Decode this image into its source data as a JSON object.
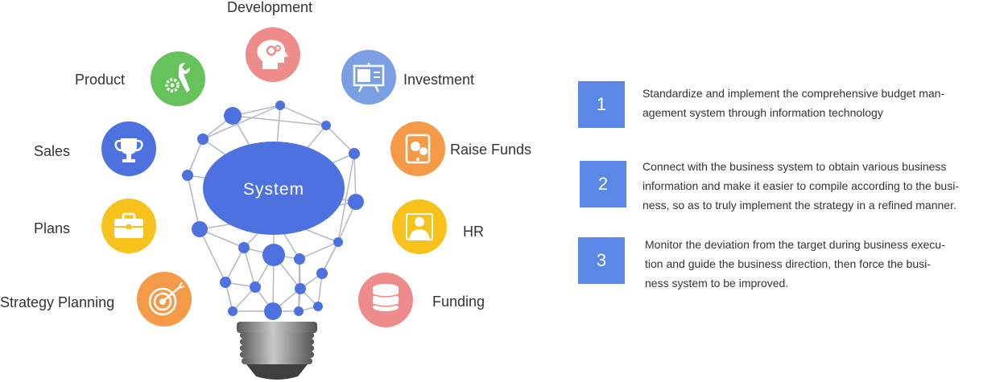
{
  "center_label": "System",
  "categories": [
    {
      "key": "development",
      "label": "Development",
      "icon": "head-gears-icon",
      "color": "#ee8b8b"
    },
    {
      "key": "product",
      "label": "Product",
      "icon": "wrench-gear-icon",
      "color": "#66c35c"
    },
    {
      "key": "investment",
      "label": "Investment",
      "icon": "presentation-board-icon",
      "color": "#7b9fe3"
    },
    {
      "key": "sales",
      "label": "Sales",
      "icon": "trophy-icon",
      "color": "#4d72e0"
    },
    {
      "key": "raise_funds",
      "label": "Raise Funds",
      "icon": "money-tablet-icon",
      "color": "#f59a46"
    },
    {
      "key": "plans",
      "label": "Plans",
      "icon": "briefcase-icon",
      "color": "#f7c21b"
    },
    {
      "key": "hr",
      "label": "HR",
      "icon": "person-icon",
      "color": "#f7c21b"
    },
    {
      "key": "strategy_planning",
      "label": "Strategy Planning",
      "icon": "target-icon",
      "color": "#f59a46"
    },
    {
      "key": "funding",
      "label": "Funding",
      "icon": "database-icon",
      "color": "#ee8b8b"
    }
  ],
  "steps": [
    {
      "number": "1",
      "lines": [
        "Standardize and implement the comprehensive budget man-",
        "agement system through information technology"
      ]
    },
    {
      "number": "2",
      "lines": [
        "Connect with the business system to obtain various business",
        "information and make it easier to compile according to the busi-",
        "ness, so as to truly implement the strategy in a refined manner."
      ]
    },
    {
      "number": "3",
      "lines": [
        "Monitor the deviation from the target during business execu-",
        "tion and  guide the business direction, then force the busi-",
        "ness system to be improved."
      ]
    }
  ],
  "colors": {
    "node": "#4d72e0",
    "edge": "#b3b8c4",
    "step_box": "#5b87e6",
    "bulb_base": "#8a8a8a"
  }
}
